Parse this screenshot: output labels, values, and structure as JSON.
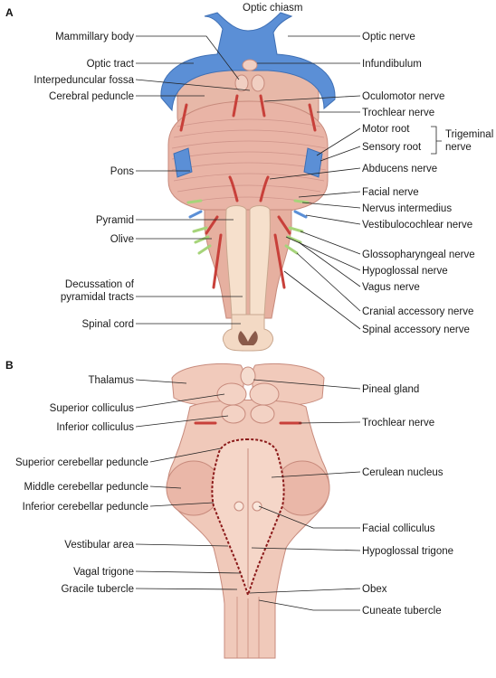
{
  "panels": {
    "a": "A",
    "b": "B"
  },
  "panel_a": {
    "top": [
      "Optic chiasm"
    ],
    "left": [
      "Mammillary body",
      "Optic tract",
      "Interpeduncular fossa",
      "Cerebral peduncle",
      "Pons",
      "Pyramid",
      "Olive",
      "Decussation of",
      "pyramidal tracts",
      "Spinal cord"
    ],
    "right": [
      "Optic nerve",
      "Infundibulum",
      "Oculomotor nerve",
      "Trochlear nerve",
      "Motor root",
      "Sensory root",
      "Abducens nerve",
      "Facial nerve",
      "Nervus intermedius",
      "Vestibulocochlear nerve",
      "Glossopharyngeal nerve",
      "Hypoglossal nerve",
      "Vagus nerve",
      "Cranial accessory nerve",
      "Spinal accessory nerve"
    ],
    "bracket": [
      "Trigeminal",
      "nerve"
    ]
  },
  "panel_b": {
    "left": [
      "Thalamus",
      "Superior colliculus",
      "Inferior colliculus",
      "Superior cerebellar peduncle",
      "Middle cerebellar peduncle",
      "Inferior cerebellar peduncle",
      "Vestibular area",
      "Vagal trigone",
      "Gracile tubercle"
    ],
    "right": [
      "Pineal gland",
      "Trochlear nerve",
      "Cerulean nucleus",
      "Facial colliculus",
      "Hypoglossal trigone",
      "Obex",
      "Cuneate tubercle"
    ]
  },
  "colors": {
    "tissue": "#ecc2b4",
    "tissue_dark": "#d89a8c",
    "optic": "#5b8fd6",
    "nerve_red": "#c8403a",
    "nerve_green": "#a6d47a",
    "cord": "#f3d9c4",
    "outline_dash": "#8b1a1a"
  }
}
